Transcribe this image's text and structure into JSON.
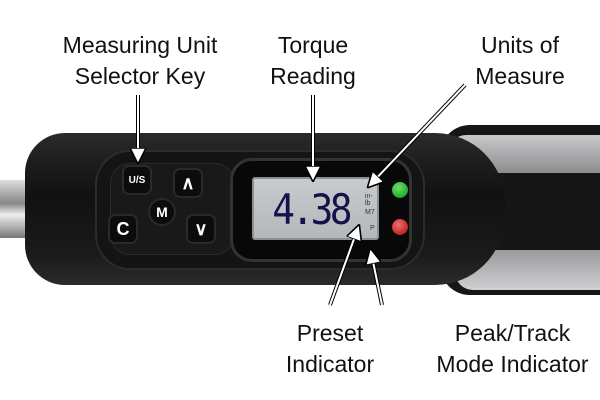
{
  "labels": {
    "selector": [
      "Measuring Unit",
      "Selector Key"
    ],
    "torque": [
      "Torque",
      "Reading"
    ],
    "units": [
      "Units of",
      "Measure"
    ],
    "preset": [
      "Preset",
      "Indicator"
    ],
    "peak": [
      "Peak/Track",
      "Mode Indicator"
    ]
  },
  "buttons": {
    "us": "U/S",
    "up": "∧",
    "m": "M",
    "c": "C",
    "down": "∨"
  },
  "display": {
    "reading": "4.38",
    "unit": "in-lb",
    "preset": "M7",
    "mode": "P"
  },
  "colors": {
    "led_green": "#2fb33a",
    "led_red": "#c7302c",
    "lcd_digits": "#13124a"
  }
}
